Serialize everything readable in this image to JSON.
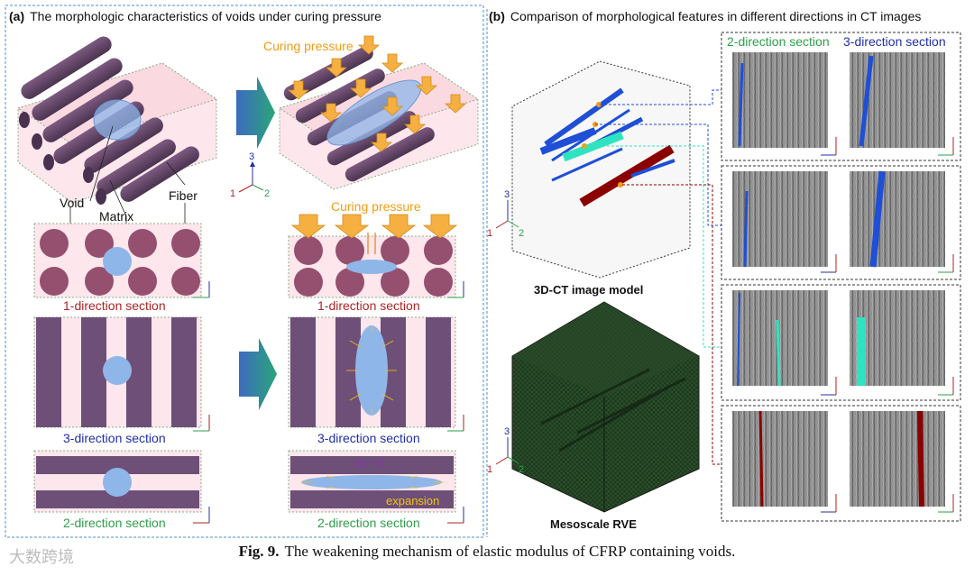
{
  "panel_a": {
    "letter": "(a)",
    "title": "The morphologic characteristics of voids under curing pressure",
    "curing_label_top": "Curing pressure",
    "curing_label_mid": "Curing pressure",
    "labels": {
      "void": "Void",
      "matrix": "Matrix",
      "fiber": "Fiber",
      "shrink": "shrink",
      "expansion": "expansion"
    },
    "sections": {
      "dir1_left": "1-direction section",
      "dir1_right": "1-direction section",
      "dir3_left": "3-direction section",
      "dir3_right": "3-direction section",
      "dir2_left": "2-direction section",
      "dir2_right": "2-direction section"
    },
    "axes": {
      "x1": "1",
      "x2": "2",
      "x3": "3"
    }
  },
  "panel_b": {
    "letter": "(b)",
    "title": "Comparison of morphological features in different directions in CT images",
    "col2_header": "2-direction section",
    "col3_header": "3-direction section",
    "model_label": "3D-CT image model",
    "rve_label": "Mesoscale RVE",
    "axes": {
      "x1": "1",
      "x2": "2",
      "x3": "3"
    }
  },
  "colors": {
    "fiber": "#6e4a6e",
    "fiber_dark": "#4e3350",
    "void": "#8fb6e8",
    "matrix": "#fbeaee",
    "arrow_orange": "#f5b041",
    "section_red": "#b22222",
    "section_blue": "#1f2fa8",
    "section_green": "#2e9e4a",
    "ct_blue": "#1f4fd6",
    "ct_teal": "#30e3c0",
    "ct_red": "#8b0000"
  },
  "caption": {
    "fig": "Fig. 9.",
    "text": "The weakening mechanism of elastic modulus of CFRP containing voids."
  },
  "watermark": "大数跨境"
}
